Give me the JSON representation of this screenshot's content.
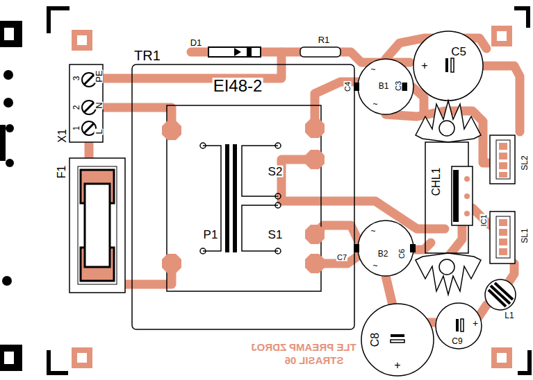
{
  "diagram": {
    "labels": [
      "TR1",
      "EI48-2",
      "P1",
      "S1",
      "S2",
      "D1",
      "R1",
      "X1",
      "3",
      "2",
      "1",
      "PE",
      "N",
      "L",
      "F1",
      "C5",
      "C4",
      "B1",
      "C3",
      "C7",
      "B2",
      "C6",
      "C8",
      "C9",
      "L1",
      "CHL1",
      "IC1",
      "SL2",
      "SL1",
      "TLE PREAMP ZDROJ",
      "STRASIL 06",
      "+",
      "+",
      "+",
      "~",
      "~",
      "~",
      "~"
    ]
  }
}
